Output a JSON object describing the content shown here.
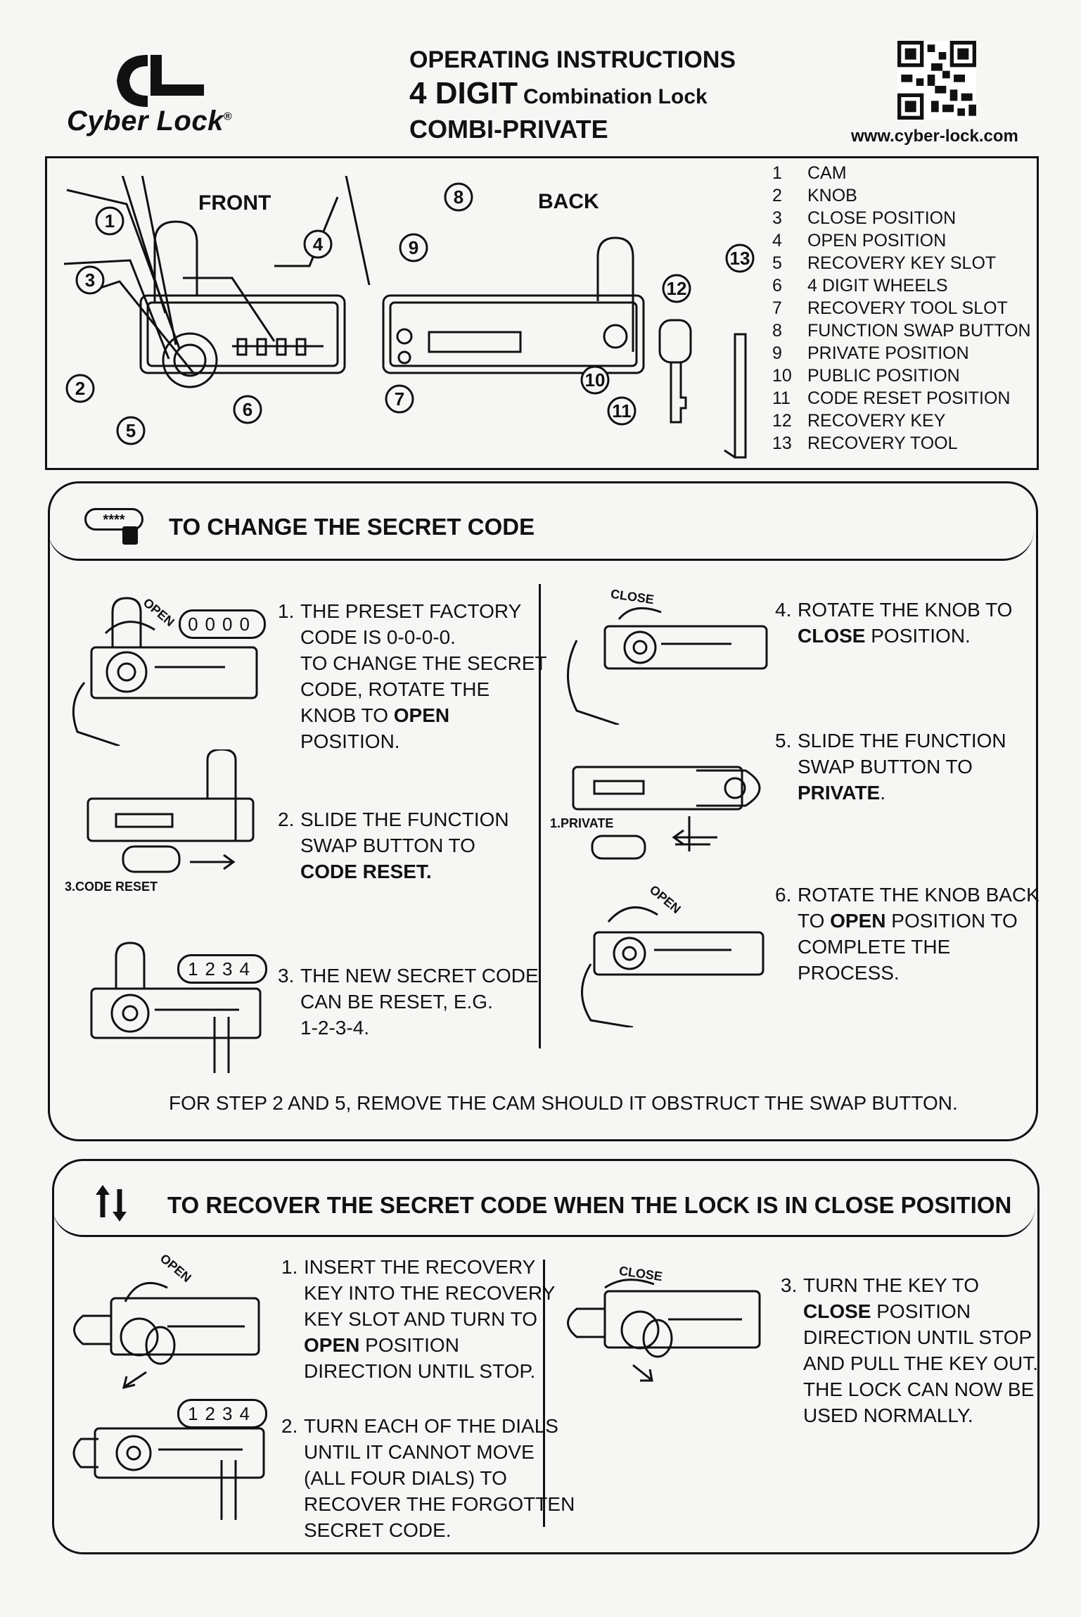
{
  "header": {
    "brand": "Cyber Lock",
    "reg": "®",
    "title_line1": "OPERATING INSTRUCTIONS",
    "title_big": "4 DIGIT",
    "title_small": "Combination Lock",
    "title_line3": "COMBI-PRIVATE",
    "url": "www.cyber-lock.com"
  },
  "diagram": {
    "front_label": "FRONT",
    "back_label": "BACK",
    "parts": [
      {
        "num": "1",
        "name": "CAM"
      },
      {
        "num": "2",
        "name": "KNOB"
      },
      {
        "num": "3",
        "name": "CLOSE POSITION"
      },
      {
        "num": "4",
        "name": "OPEN POSITION"
      },
      {
        "num": "5",
        "name": "RECOVERY KEY SLOT"
      },
      {
        "num": "6",
        "name": "4 DIGIT WHEELS"
      },
      {
        "num": "7",
        "name": "RECOVERY TOOL SLOT"
      },
      {
        "num": "8",
        "name": "FUNCTION SWAP BUTTON"
      },
      {
        "num": "9",
        "name": "PRIVATE POSITION"
      },
      {
        "num": "10",
        "name": "PUBLIC POSITION"
      },
      {
        "num": "11",
        "name": "CODE RESET POSITION"
      },
      {
        "num": "12",
        "name": "RECOVERY KEY"
      },
      {
        "num": "13",
        "name": "RECOVERY TOOL"
      }
    ],
    "callouts": [
      "1",
      "2",
      "3",
      "4",
      "5",
      "6",
      "7",
      "8",
      "9",
      "10",
      "11",
      "12",
      "13"
    ]
  },
  "change_code": {
    "title": "TO CHANGE THE SECRET CODE",
    "badge": "****",
    "step1": {
      "num": "1.",
      "l1": "THE PRESET FACTORY",
      "l2": "CODE IS 0-0-0-0.",
      "l3": "TO CHANGE THE SECRET",
      "l4": "CODE, ROTATE THE",
      "l5a": "KNOB TO ",
      "l5b": "OPEN",
      "l6": "POSITION."
    },
    "step2": {
      "num": "2.",
      "l1": "SLIDE THE FUNCTION",
      "l2": "SWAP BUTTON TO",
      "l3": "CODE RESET."
    },
    "step3": {
      "num": "3.",
      "l1": "THE NEW SECRET CODE",
      "l2": "CAN BE RESET, E.G.",
      "l3": "1-2-3-4."
    },
    "step4": {
      "num": "4.",
      "l1": "ROTATE THE KNOB TO",
      "l2a": "CLOSE",
      "l2b": " POSITION."
    },
    "step5": {
      "num": "5.",
      "l1": "SLIDE THE FUNCTION",
      "l2": "SWAP BUTTON TO",
      "l3": "PRIVATE",
      "l3b": "."
    },
    "step6": {
      "num": "6.",
      "l1": "ROTATE THE KNOB BACK",
      "l2a": "TO ",
      "l2b": "OPEN",
      "l2c": " POSITION TO",
      "l3": "COMPLETE THE",
      "l4": "PROCESS."
    },
    "tag_open": "OPEN",
    "tag_close": "CLOSE",
    "tag_code_reset": "3.CODE RESET",
    "tag_private": "1.PRIVATE",
    "dial_factory": "0000",
    "dial_new": "1234",
    "note": "FOR STEP 2 AND 5,  REMOVE THE CAM SHOULD IT OBSTRUCT THE SWAP BUTTON."
  },
  "recover_code": {
    "title": "TO RECOVER THE SECRET CODE  WHEN THE LOCK IS IN CLOSE POSITION",
    "step1": {
      "num": "1.",
      "l1": "INSERT THE RECOVERY",
      "l2": "KEY INTO THE RECOVERY",
      "l3": "KEY SLOT AND TURN TO",
      "l4a": "OPEN",
      "l4b": " POSITION",
      "l5": "DIRECTION UNTIL STOP."
    },
    "step2": {
      "num": "2.",
      "l1": "TURN EACH OF THE DIALS",
      "l2": "UNTIL IT CANNOT MOVE",
      "l3": "(ALL FOUR DIALS) TO",
      "l4": "RECOVER THE FORGOTTEN",
      "l5": "SECRET CODE."
    },
    "step3": {
      "num": "3.",
      "l1": "TURN THE KEY TO",
      "l2a": "CLOSE",
      "l2b": " POSITION",
      "l3": "DIRECTION UNTIL STOP",
      "l4": "AND PULL THE KEY OUT.",
      "l5": "THE LOCK CAN NOW BE",
      "l6": "USED NORMALLY."
    },
    "tag_open": "OPEN",
    "tag_close": "CLOSE",
    "dial_new": "1234"
  }
}
